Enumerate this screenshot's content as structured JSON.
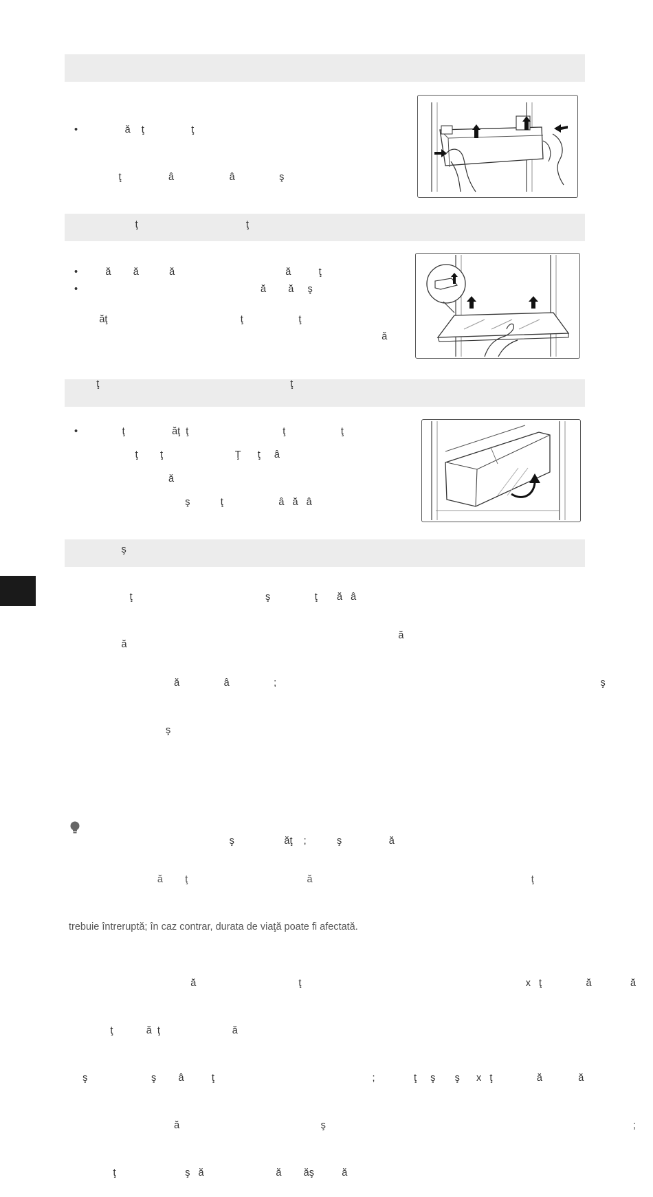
{
  "sections": [
    {
      "lines": [
        "  •                 ă    ţ                 ţ",
        "                  ţ                 â                    â                ş",
        "                        ţ                                       ţ",
        "  •          ă        ă           ă                                        ă          ţ",
        "           ăţ                                                ţ                    ţ"
      ]
    },
    {
      "lines": [
        "  •                                                                  ă        ă     ş",
        "                                                                                                                 ă",
        "          ţ                                                                     ţ",
        "  •                ţ                 ăţ  ţ                                  ţ                    ţ",
        "                                    ă"
      ]
    },
    {
      "lines": [
        "                        ţ        ţ                          Ţ      ţ     â",
        "                                          ş           ţ                    â   ă   â",
        "                   ş",
        "                      ţ                                                ş                ţ       ă   â",
        "                   ă"
      ]
    }
  ],
  "body_lines": [
    "                                                                                                                       ă",
    "                                      ă                â                ;                                                                                                                     ş",
    "                                   ş",
    "",
    "",
    "                                                          ş                  ăţ    ;           ş                 ă",
    "",
    "",
    "",
    "                                            ă                                     ţ                                                                                 x   ţ                ă              ă",
    "               ţ            ă  ţ                          ă",
    "     ş                       ş        â          ţ                                                         ;              ţ     ş       ş      x   ţ                ă             ă",
    "                                      ă                                                   ş                                                                                                               ;",
    "                ţ                         ş   ă                          ă        ăş          ă"
  ],
  "note_lines": [
    "                                ă        ţ                                           ă                                                                               ţ",
    "trebuie întreruptă; în caz contrar, durata de viaţă poate fi afectată."
  ]
}
